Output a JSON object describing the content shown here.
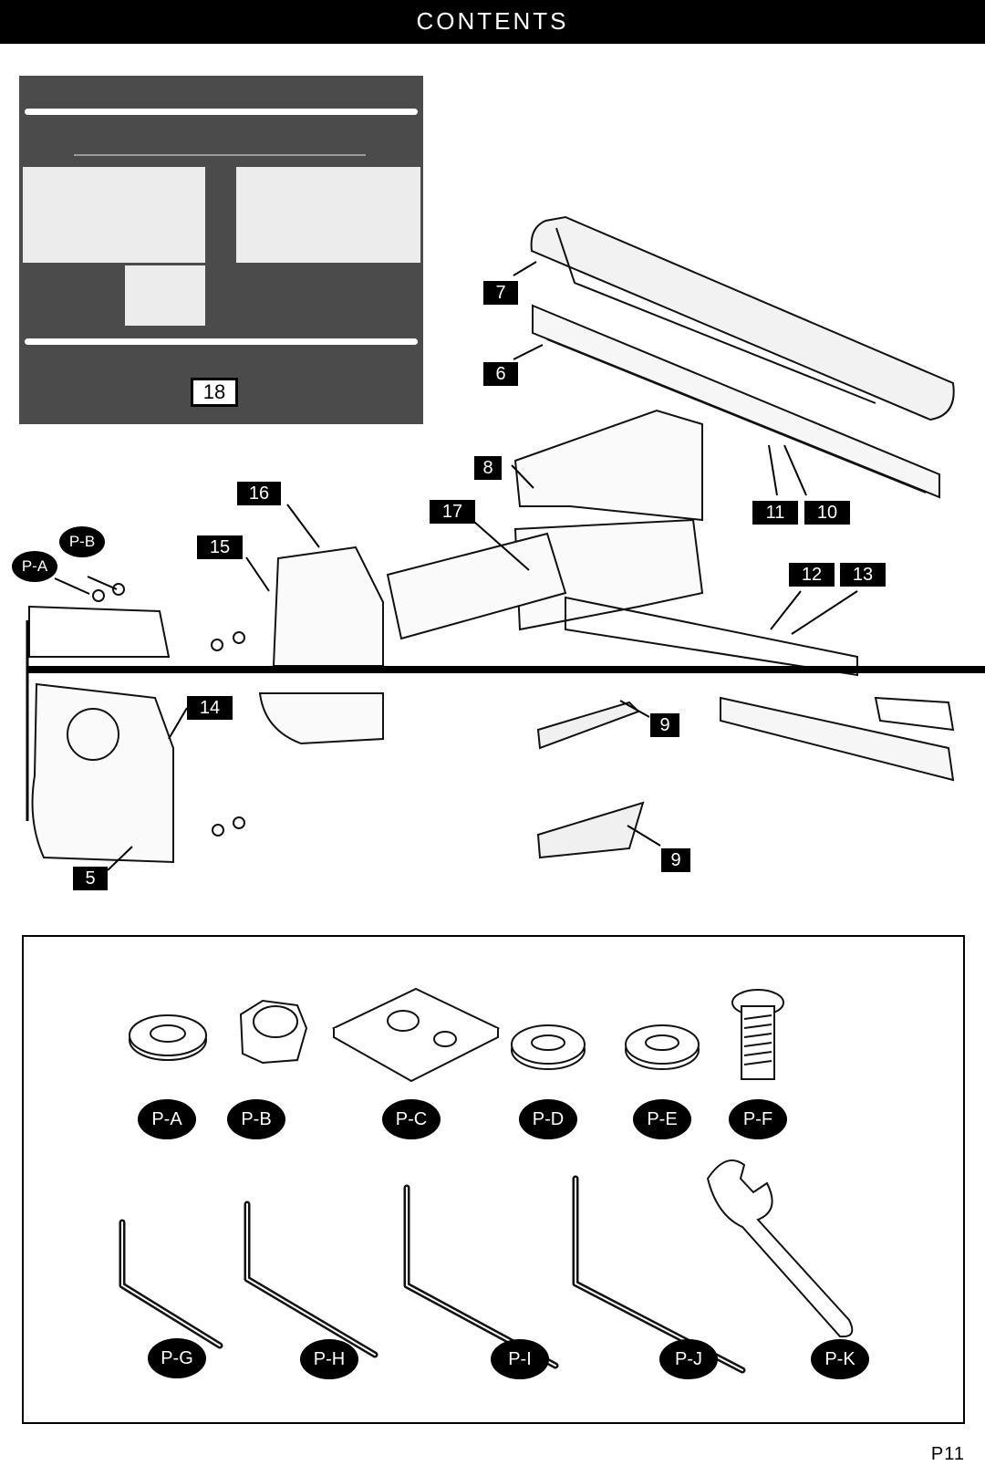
{
  "header": {
    "title": "CONTENTS"
  },
  "template_sheet": {
    "label": "18"
  },
  "callouts": {
    "c5": "5",
    "c6": "6",
    "c7": "7",
    "c8": "8",
    "c9a": "9",
    "c9b": "9",
    "c10": "10",
    "c11": "11",
    "c12": "12",
    "c13": "13",
    "c14": "14",
    "c15": "15",
    "c16": "16",
    "c17": "17"
  },
  "small_parts": {
    "pa": "P-A",
    "pb": "P-B"
  },
  "hardware": {
    "pa": "P-A",
    "pb": "P-B",
    "pc": "P-C",
    "pd": "P-D",
    "pe": "P-E",
    "pf": "P-F",
    "pg": "P-G",
    "ph": "P-H",
    "pi": "P-I",
    "pj": "P-J",
    "pk": "P-K"
  },
  "page": {
    "number": "P11"
  }
}
